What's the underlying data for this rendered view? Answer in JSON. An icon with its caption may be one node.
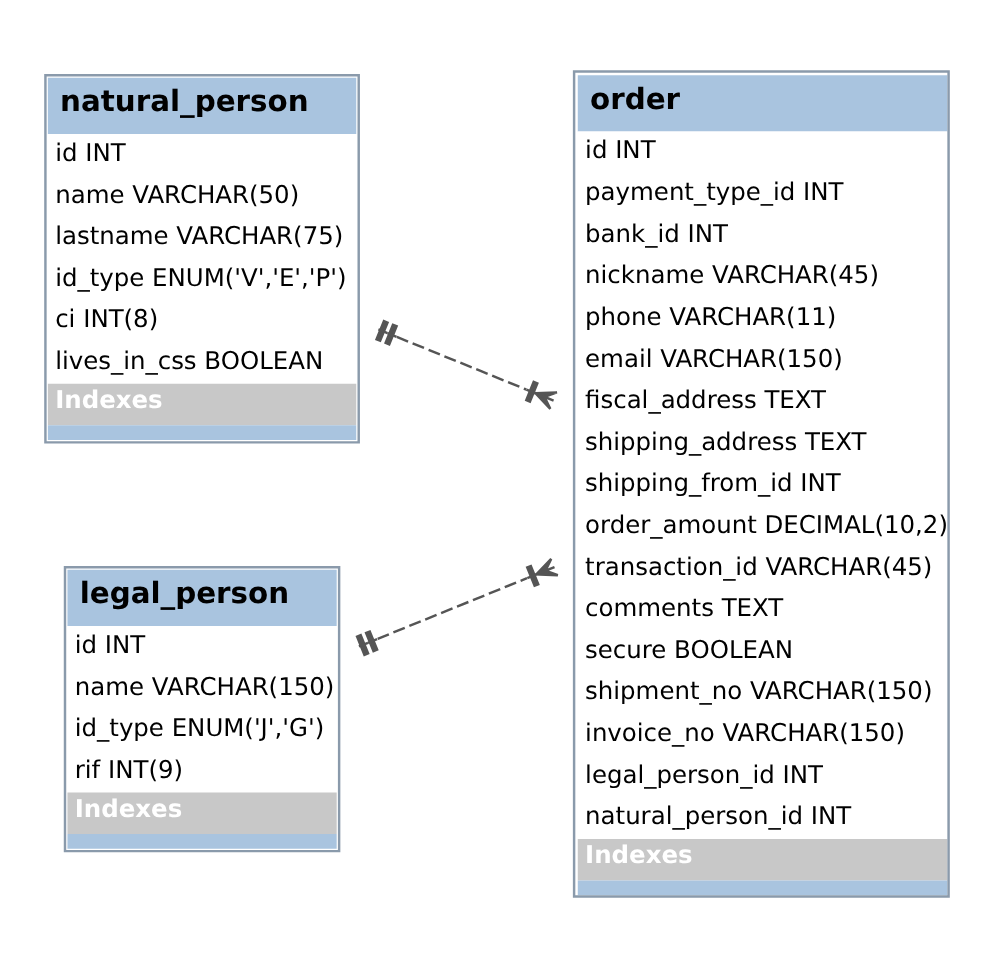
{
  "diagram": {
    "nodes": [
      {
        "text": [
          "natural_person",
          "id INT",
          "name VARCHAR(50)",
          "lastname VARCHAR(75)",
          "id_type ENUM('V','E','P')",
          "ci INT(8)",
          "lives_in_css BOOLEAN",
          "Indexes"
        ]
      },
      {
        "text": [
          "order",
          "id INT",
          "payment_type_id INT",
          "bank_id INT",
          "nickname VARCHAR(45)",
          "phone VARCHAR(11)",
          "email VARCHAR(150)",
          "fiscal_address TEXT",
          "shipping_address TEXT",
          "shipping_from_id INT",
          "order_amount DECIMAL(10,2)",
          "transaction_id VARCHAR(45)",
          "comments TEXT",
          "secure BOOLEAN",
          "shipment_no VARCHAR(150)",
          "invoice_no VARCHAR(150)",
          "legal_person_id INT",
          "natural_person_id INT",
          "Indexes"
        ]
      },
      {
        "text": [
          "legal_person",
          "id INT",
          "name VARCHAR(150)",
          "id_type ENUM('J','G')",
          "rif INT(9)",
          "Indexes"
        ]
      }
    ],
    "edges": [
      {
        "from": 0,
        "to": 1,
        "arrow": "other",
        "style": "dashed"
      },
      {
        "from": 2,
        "to": 1,
        "arrow": "other",
        "style": "dashed"
      }
    ]
  }
}
